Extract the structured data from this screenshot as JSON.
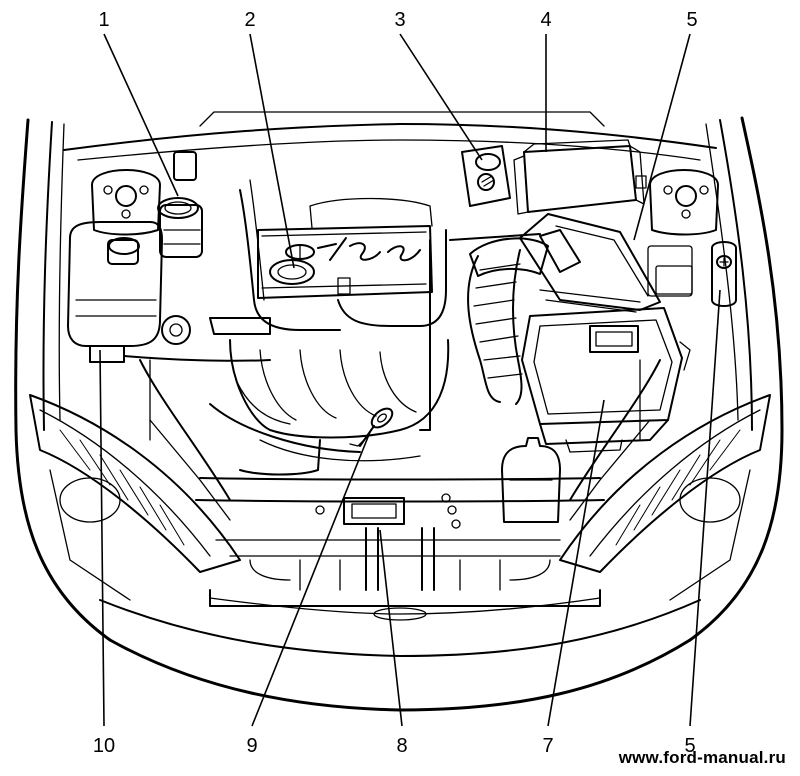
{
  "diagram": {
    "callouts": [
      {
        "id": "c1",
        "number": "1"
      },
      {
        "id": "c2",
        "number": "2"
      },
      {
        "id": "c3",
        "number": "3"
      },
      {
        "id": "c4",
        "number": "4"
      },
      {
        "id": "c5-top",
        "number": "5"
      },
      {
        "id": "c10",
        "number": "10"
      },
      {
        "id": "c9",
        "number": "9"
      },
      {
        "id": "c8",
        "number": "8"
      },
      {
        "id": "c7",
        "number": "7"
      },
      {
        "id": "c5-bottom",
        "number": "5"
      }
    ],
    "watermark": "www.ford-manual.ru"
  }
}
